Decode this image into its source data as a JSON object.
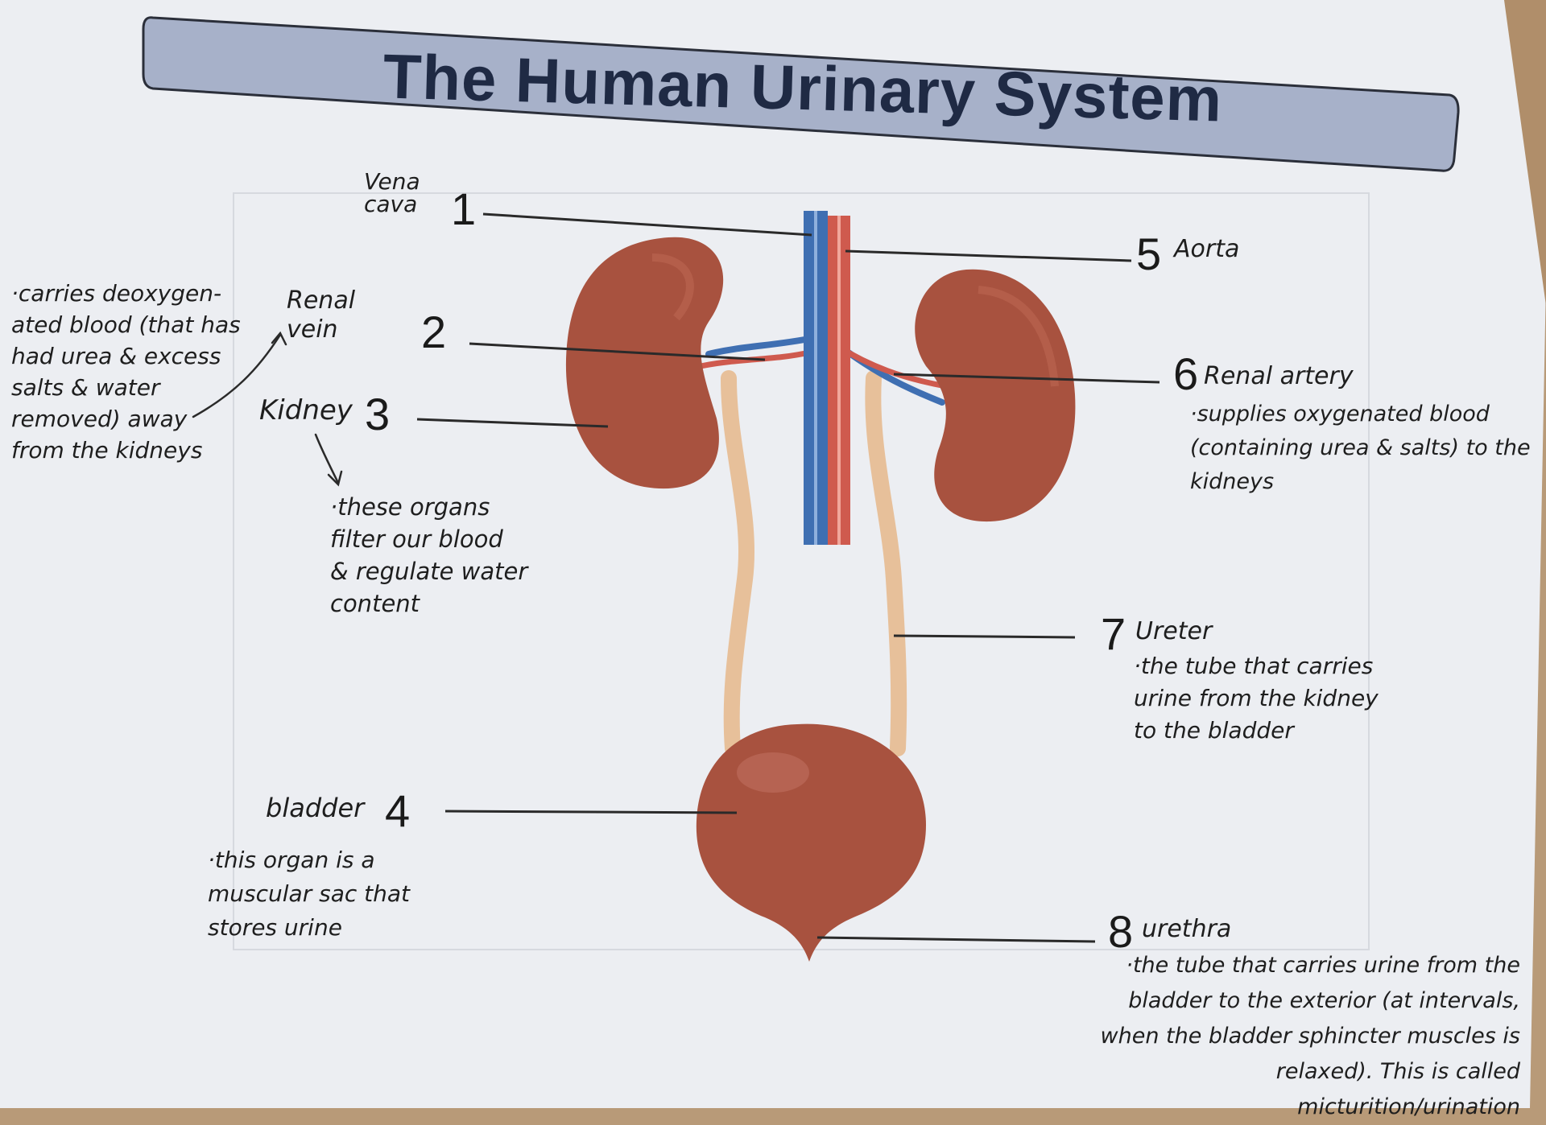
{
  "title": "The Human Urinary System",
  "colors": {
    "banner": "#a7b1c9",
    "kidney": "#a8523f",
    "vein": "#3f6fb2",
    "artery": "#cf5a4e",
    "ureter": "#e7c09a",
    "paper": "#eceef2"
  },
  "labels": [
    {
      "number": "1",
      "name": "Vena\ncava"
    },
    {
      "number": "2",
      "name": "Renal\nvein",
      "note": "·carries deoxygen-\nated blood (that has\nhad urea & excess\nsalts & water\nremoved) away\nfrom the kidneys"
    },
    {
      "number": "3",
      "name": "Kidney",
      "note": "·these organs\nfilter our blood\n& regulate water\ncontent"
    },
    {
      "number": "4",
      "name": "bladder",
      "note": "·this organ is a\nmuscular sac that\nstores urine"
    },
    {
      "number": "5",
      "name": "Aorta"
    },
    {
      "number": "6",
      "name": "Renal artery",
      "note": "·supplies oxygenated blood\n(containing urea & salts) to the\nkidneys"
    },
    {
      "number": "7",
      "name": "Ureter",
      "note": "·the tube that carries\nurine from the kidney\nto the bladder"
    },
    {
      "number": "8",
      "name": "urethra",
      "note": "·the tube that carries urine from the\nbladder to the exterior (at intervals,\nwhen the bladder sphincter muscles is\nrelaxed). This is called micturition/urination"
    }
  ]
}
